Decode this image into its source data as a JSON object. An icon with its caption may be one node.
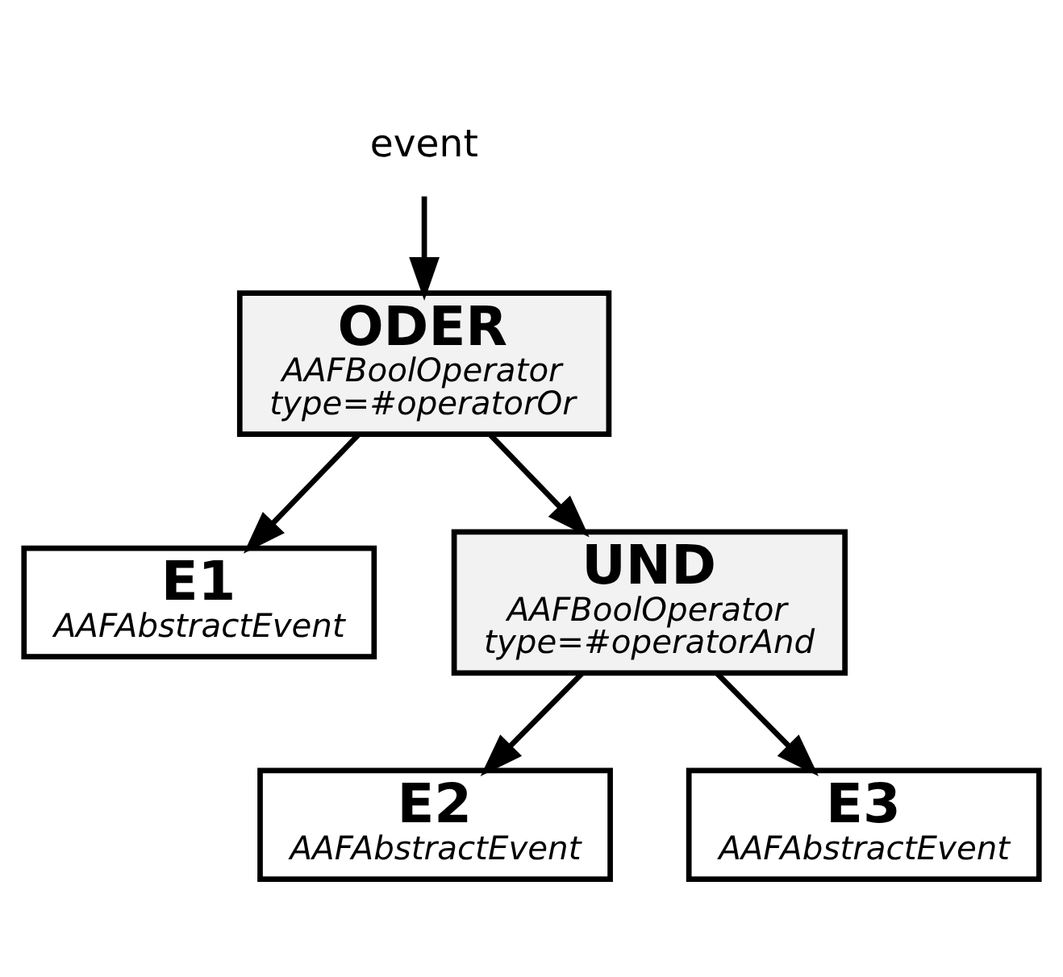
{
  "diagram": {
    "nodes": [
      {
        "text": [
          "event"
        ]
      },
      {
        "text": [
          "ODER",
          "AAFBoolOperator",
          "type=#operatorOr"
        ]
      },
      {
        "text": [
          "E1",
          "AAFAbstractEvent"
        ]
      },
      {
        "text": [
          "UND",
          "AAFBoolOperator",
          "type=#operatorAnd"
        ]
      },
      {
        "text": [
          "E2",
          "AAFAbstractEvent"
        ]
      },
      {
        "text": [
          "E3",
          "AAFAbstractEvent"
        ]
      }
    ],
    "edges": [
      {
        "from": 0,
        "to": 1,
        "arrow": "to"
      },
      {
        "from": 1,
        "to": 2,
        "arrow": "to"
      },
      {
        "from": 1,
        "to": 3,
        "arrow": "to"
      },
      {
        "from": 3,
        "to": 4,
        "arrow": "to"
      },
      {
        "from": 3,
        "to": 5,
        "arrow": "to"
      }
    ]
  }
}
